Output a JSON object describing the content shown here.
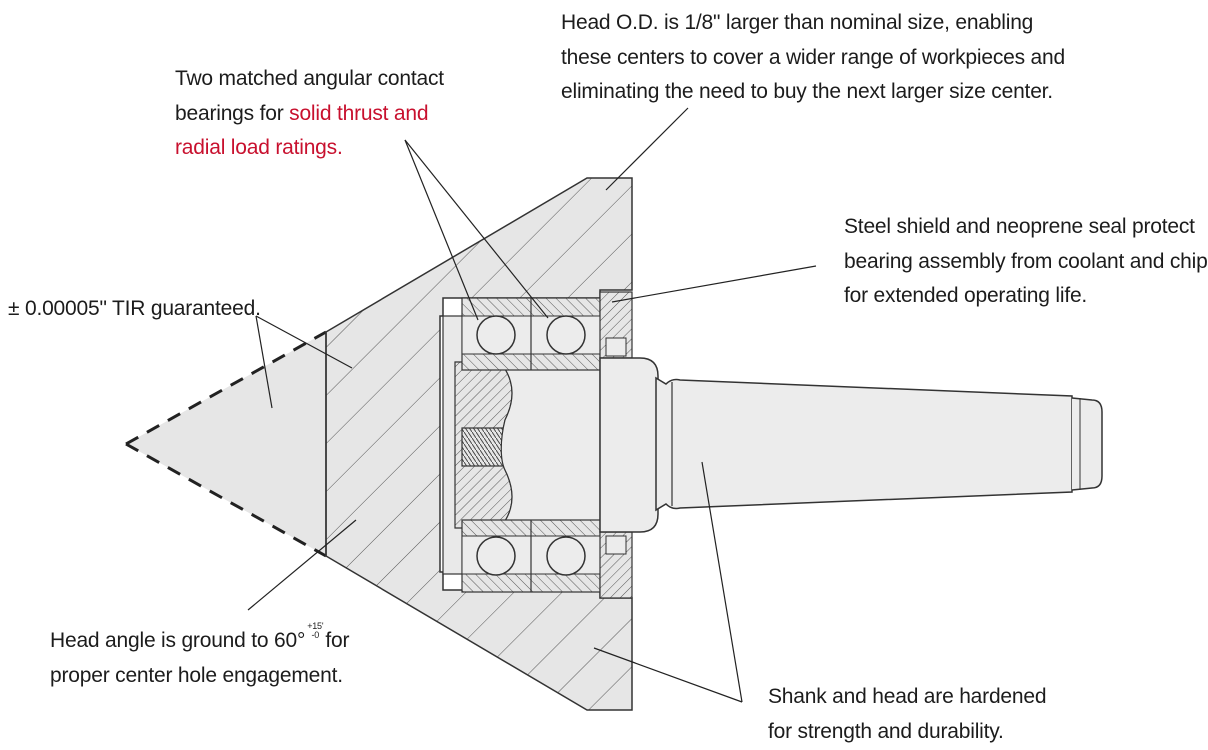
{
  "callouts": {
    "head_od": [
      "Head O.D. is 1/8\" larger than nominal size, enabling",
      "these centers to cover a wider range of workpieces and",
      "eliminating the need to buy the next larger size center."
    ],
    "bearings": {
      "line1": "Two matched angular contact",
      "line2_plain": "bearings for ",
      "line2_red": "solid thrust and",
      "line3_red": "radial load ratings."
    },
    "seal": [
      "Steel shield and neoprene seal protect",
      "bearing assembly from coolant and chips",
      "for extended operating life."
    ],
    "tir": "± 0.00005\" TIR guaranteed.",
    "head_angle": {
      "prefix": "Head angle is ground to 60°",
      "tol_plus": "+15'",
      "tol_minus": "-0",
      "suffix": "for",
      "line2": "proper center hole engagement."
    },
    "shank": [
      "Shank and head are hardened",
      "for strength and durability."
    ]
  },
  "colors": {
    "text": "#1c1c1c",
    "highlight": "#c8102e",
    "part_fill": "#e6e6e6",
    "outline": "#3a3a3a"
  }
}
